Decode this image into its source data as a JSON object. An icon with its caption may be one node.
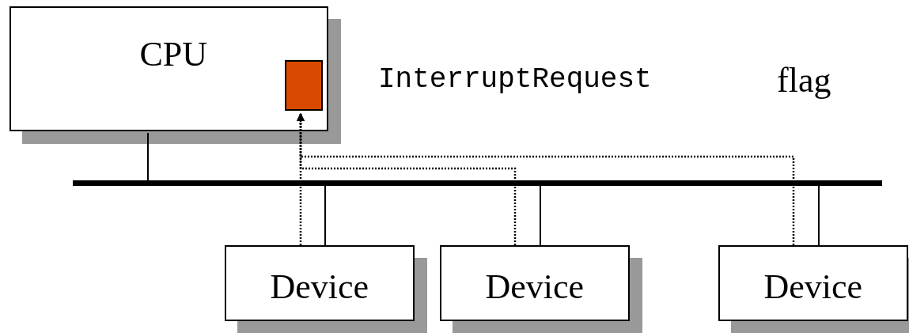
{
  "diagram": {
    "nodes": [
      {
        "text": [
          "CPU"
        ]
      },
      {
        "text": [],
        "shape": "box",
        "in": 0
      },
      {
        "text": [],
        "shape": "bar"
      },
      {
        "text": [
          "Device"
        ]
      },
      {
        "text": [
          "Device"
        ]
      },
      {
        "text": [
          "Device"
        ]
      }
    ],
    "edges": [
      {
        "from": 0,
        "to": 2,
        "arrow": "none"
      },
      {
        "from": 3,
        "to": 2,
        "arrow": "none"
      },
      {
        "from": 4,
        "to": 2,
        "arrow": "none"
      },
      {
        "from": 5,
        "to": 2,
        "arrow": "none"
      },
      {
        "from": 3,
        "to": 1,
        "arrow": "to",
        "style": "dashed"
      },
      {
        "from": 4,
        "to": 1,
        "arrow": "to",
        "style": "dashed"
      },
      {
        "from": 5,
        "to": 1,
        "arrow": "to",
        "style": "dashed"
      }
    ],
    "labels": [
      "InterruptRequest",
      "flag"
    ]
  }
}
